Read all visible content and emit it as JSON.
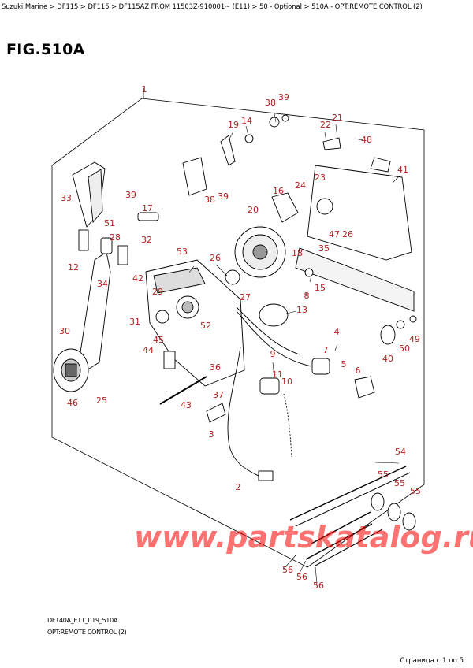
{
  "breadcrumb": "Suzuki Marine > DF115 > DF115 > DF115AZ FROM 11503Z-910001~ (E11) > 50 - Optional > 510A - OPT:REMOTE CONTROL (2)",
  "figure_title": "FIG.510A",
  "footer": {
    "code": "DF140A_E11_019_510A",
    "name": "OPT:REMOTE CONTROL (2)",
    "page_info": "Страница с 1 по 5"
  },
  "watermark": "www.partskatalog.ru",
  "callouts": [
    "1",
    "2",
    "3",
    "4",
    "5",
    "6",
    "7",
    "8",
    "9",
    "10",
    "11",
    "12",
    "13",
    "14",
    "15",
    "16",
    "17",
    "18",
    "19",
    "20",
    "21",
    "22",
    "23",
    "24",
    "25",
    "26",
    "27",
    "28",
    "29",
    "30",
    "31",
    "32",
    "33",
    "34",
    "35",
    "36",
    "37",
    "38",
    "39",
    "40",
    "41",
    "42",
    "43",
    "44",
    "45",
    "46",
    "47",
    "48",
    "49",
    "50",
    "51",
    "52",
    "53",
    "54",
    "55",
    "56"
  ],
  "colors": {
    "callout": "#b02020",
    "line": "#000000",
    "watermark": "#ff0000"
  }
}
